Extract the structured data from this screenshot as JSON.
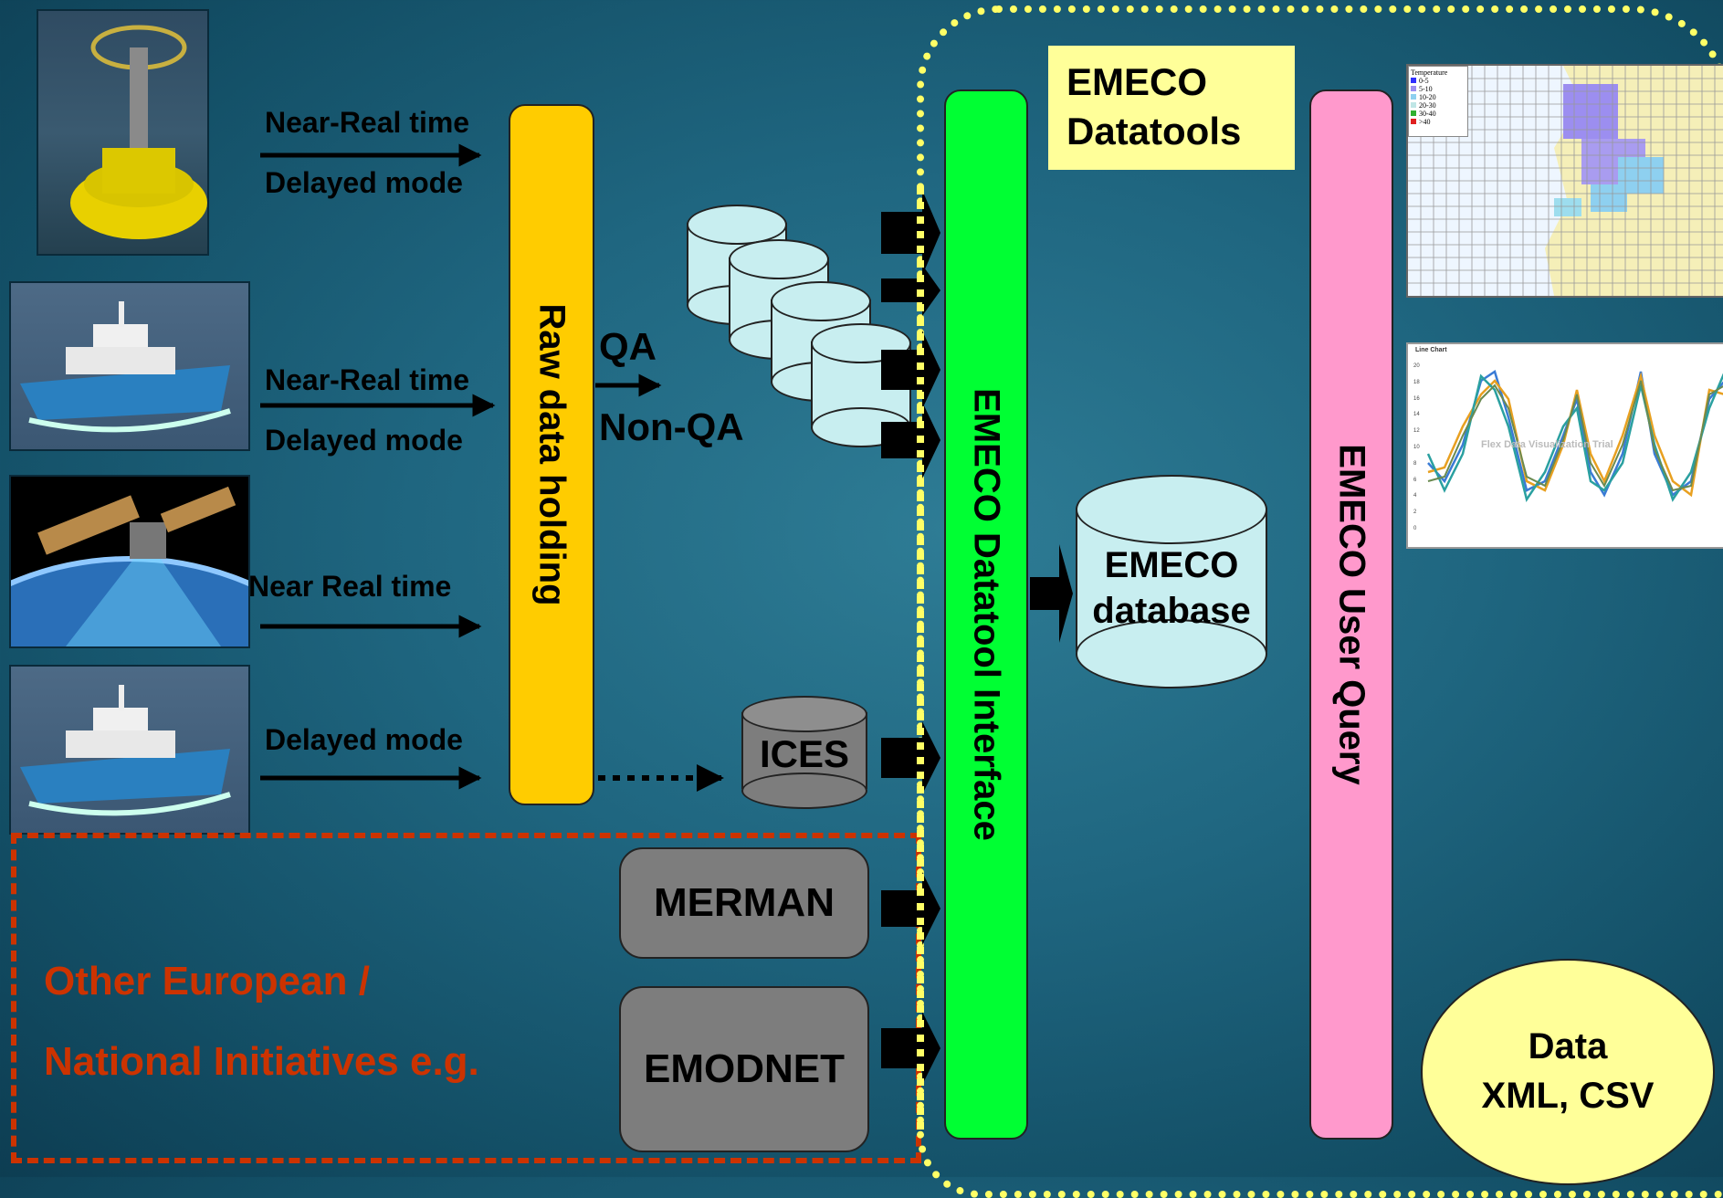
{
  "sources": {
    "buoy": {
      "near_real": "Near-Real time",
      "delayed": "Delayed mode"
    },
    "ship1": {
      "near_real": "Near-Real time",
      "delayed": "Delayed mode"
    },
    "satellite": {
      "near_real": "Near Real time"
    },
    "ship2": {
      "delayed": "Delayed mode"
    }
  },
  "raw_holding": "Raw data holding",
  "qa": "QA",
  "non_qa": "Non-QA",
  "ices": "ICES",
  "merman": "MERMAN",
  "emodnet": "EMODNET",
  "other_initiatives": {
    "line1": "Other European /",
    "line2": "National Initiatives e.g."
  },
  "datatools_title": {
    "line1": "EMECO",
    "line2": "Datatools"
  },
  "datatool_interface": "EMECO Datatool Interface",
  "database": {
    "line1": "EMECO",
    "line2": "database"
  },
  "user_query": "EMECO User Query",
  "map_legend": {
    "title": "Temperature",
    "items": [
      "0-5",
      "5-10",
      "10-20",
      "20-30",
      "30-40",
      ">40"
    ]
  },
  "line_chart": {
    "title": "Line Chart",
    "watermark": "Flex Data Visualization Trial",
    "yticks": [
      "20",
      "18",
      "16",
      "14",
      "12",
      "10",
      "8",
      "6",
      "4",
      "2",
      "0"
    ]
  },
  "output": {
    "line1": "Data",
    "line2": "XML, CSV"
  },
  "colors": {
    "raw_bar": "#ffcc00",
    "interface_bar": "#00ff33",
    "query_bar": "#ff99cc",
    "db_fill": "#c8eef0",
    "gray_box": "#7d7d7d",
    "title_box": "#ffff99",
    "dotted_border": "#ffff66",
    "dashed_border": "#cc3300",
    "output_ellipse": "#ffff99"
  }
}
